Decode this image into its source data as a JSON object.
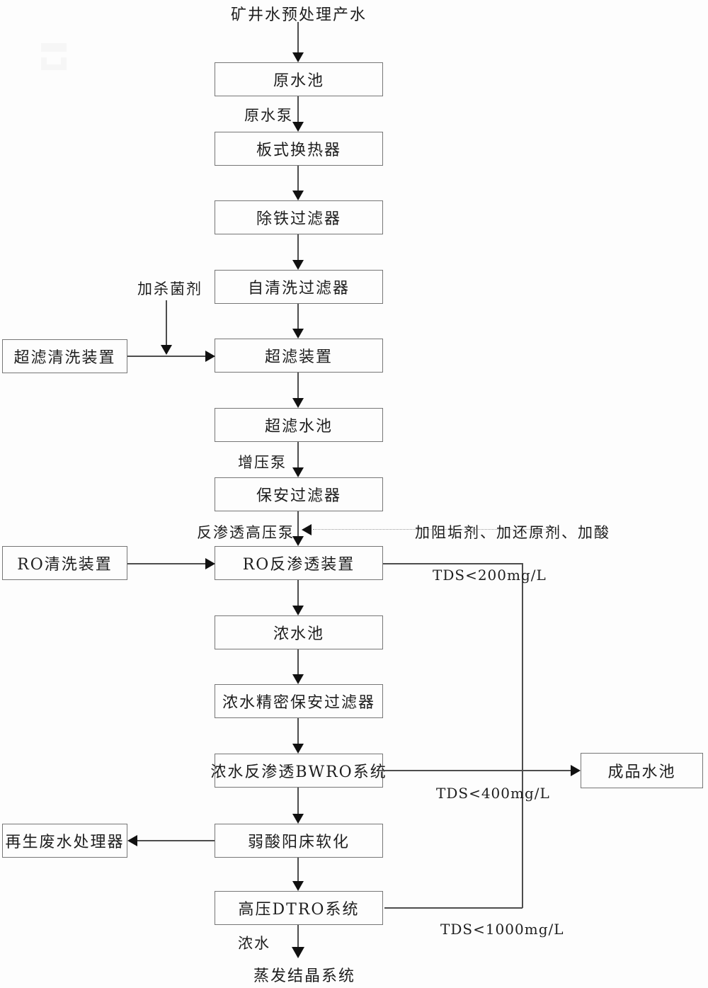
{
  "flow": {
    "source_label": "矿井水预处理产水",
    "main_nodes": [
      "原水池",
      "板式换热器",
      "除铁过滤器",
      "自清洗过滤器",
      "超滤装置",
      "超滤水池",
      "保安过滤器",
      "RO反渗透装置",
      "浓水池",
      "浓水精密保安过滤器",
      "浓水反渗透BWRO系统",
      "弱酸阳床软化",
      "高压DTRO系统"
    ],
    "side_nodes": {
      "uf_cleaning": "超滤清洗装置",
      "ro_cleaning": "RO清洗装置",
      "regen_wastewater": "再生废水处理器",
      "product_tank": "成品水池"
    },
    "edge_labels": {
      "raw_water_pump": "原水泵",
      "biocide": "加杀菌剂",
      "booster_pump": "增压泵",
      "ro_hp_pump": "反渗透高压泵",
      "dosing": "加阻垢剂、加还原剂、加酸",
      "tds200": "TDS<200mg/L",
      "tds400": "TDS<400mg/L",
      "tds1000": "TDS<1000mg/L",
      "concentrate": "浓水"
    },
    "terminal_label": "蒸发结晶系统"
  },
  "style": {
    "line_color": "#4d4d4d",
    "border_color": "#767676",
    "arrow_color": "#111111",
    "background": "#fdfdfd"
  }
}
